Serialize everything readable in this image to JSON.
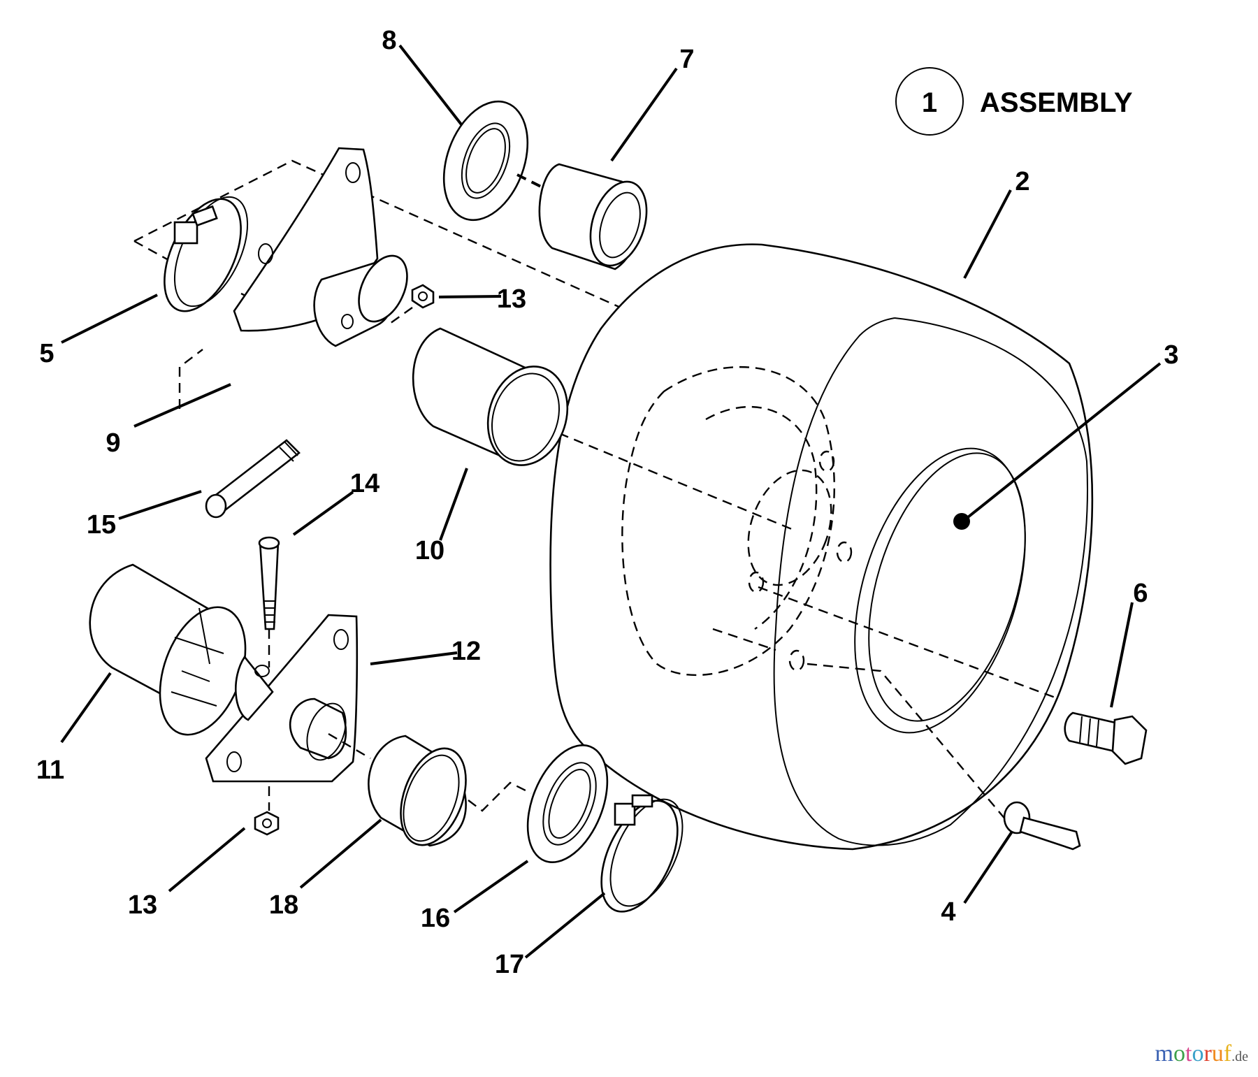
{
  "title": {
    "ref_number": "1",
    "text": "ASSEMBLY"
  },
  "callouts": [
    {
      "id": "8",
      "part": "bearing-seal"
    },
    {
      "id": "7",
      "part": "spacer-bushing"
    },
    {
      "id": "2",
      "part": "tire"
    },
    {
      "id": "3",
      "part": "wheel-rim"
    },
    {
      "id": "5",
      "part": "hose-clamp"
    },
    {
      "id": "13",
      "part": "hex-nut-top"
    },
    {
      "id": "9",
      "part": "mounting-bracket-top"
    },
    {
      "id": "15",
      "part": "bolt-top"
    },
    {
      "id": "14",
      "part": "bolt-bottom"
    },
    {
      "id": "10",
      "part": "sleeve"
    },
    {
      "id": "12",
      "part": "mounting-bracket-bottom"
    },
    {
      "id": "6",
      "part": "hex-bolt"
    },
    {
      "id": "11",
      "part": "hub-insert"
    },
    {
      "id": "13",
      "part": "hex-nut-bottom"
    },
    {
      "id": "18",
      "part": "sleeve-bottom"
    },
    {
      "id": "16",
      "part": "bearing"
    },
    {
      "id": "4",
      "part": "valve-stem"
    },
    {
      "id": "17",
      "part": "hose-clamp-bottom"
    }
  ],
  "watermark": {
    "brand": "motoruf",
    "tld": ".de",
    "colors": [
      "#3b62b3",
      "#3ea04a",
      "#d8478e",
      "#3aa0c9",
      "#e0432f",
      "#f08a1e",
      "#e7b21c"
    ]
  }
}
